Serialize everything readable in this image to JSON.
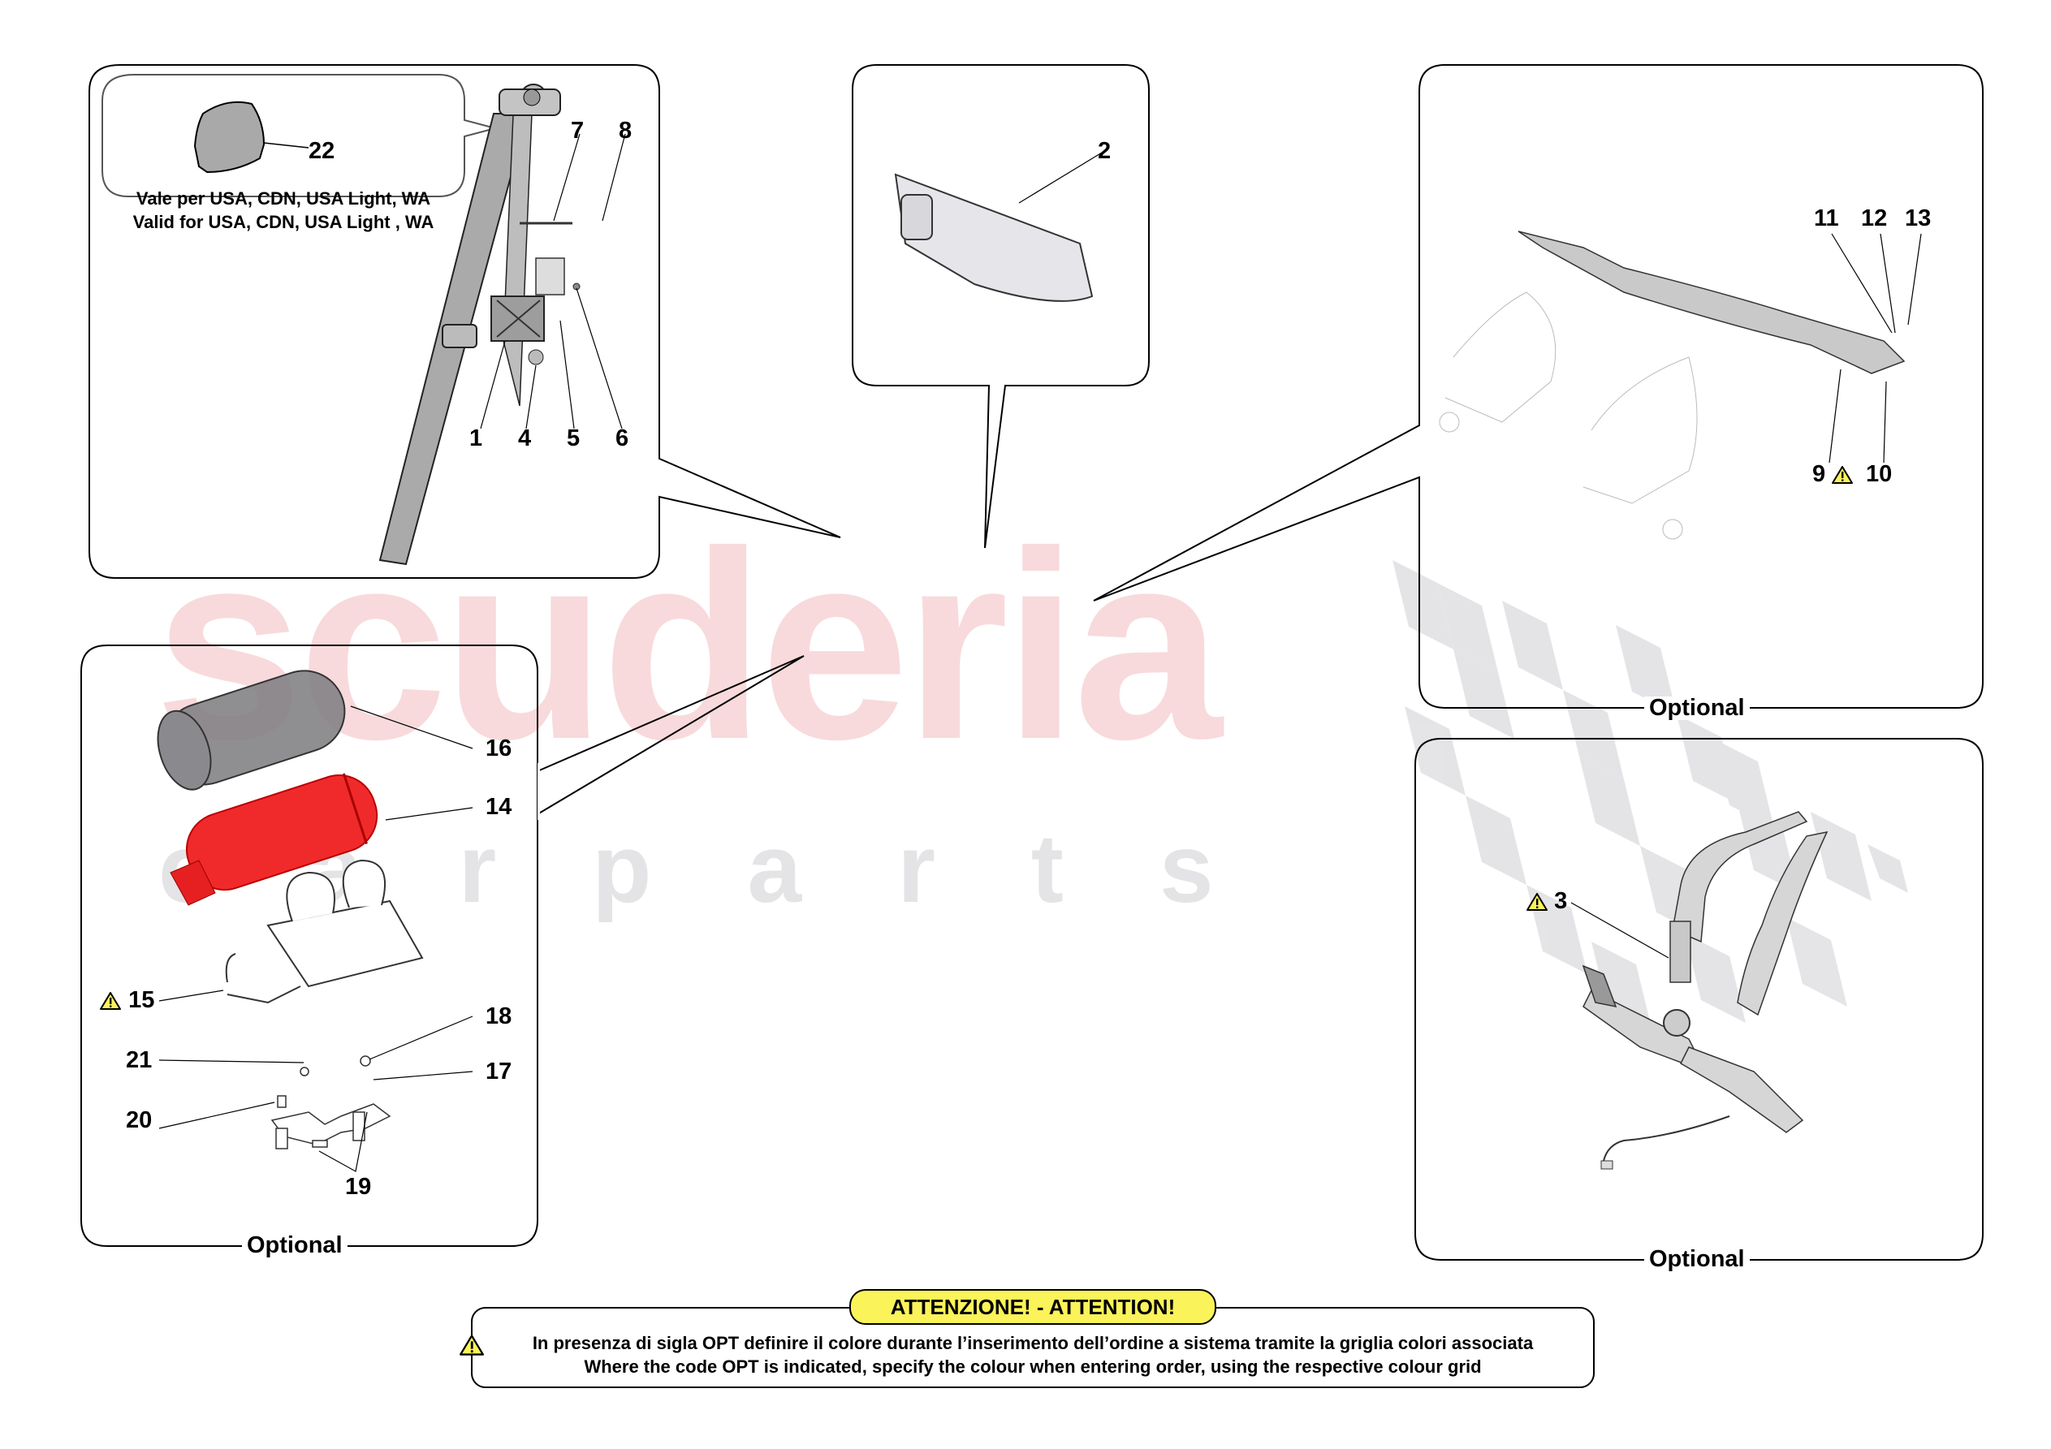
{
  "watermark": {
    "main": "scuderia",
    "sub": "carparts"
  },
  "panel_seatbelt": {
    "inset_note_it": "Vale per USA, CDN, USA Light, WA",
    "inset_note_en": "Valid for USA, CDN, USA Light , WA",
    "callouts": [
      "22",
      "7",
      "8",
      "1",
      "4",
      "5",
      "6"
    ]
  },
  "panel_mirror": {
    "callouts": [
      "2"
    ]
  },
  "panel_airbag": {
    "callouts": [
      "11",
      "12",
      "13",
      "9",
      "10"
    ],
    "label": "Optional"
  },
  "panel_extinguisher": {
    "callouts": [
      "16",
      "14",
      "15",
      "18",
      "21",
      "17",
      "20",
      "19"
    ],
    "label": "Optional"
  },
  "panel_harness": {
    "callouts": [
      "3"
    ],
    "label": "Optional"
  },
  "attention": {
    "title": "ATTENZIONE! - ATTENTION!",
    "line_it": "In presenza di sigla OPT definire il colore durante l’inserimento dell’ordine a sistema tramite la griglia colori associata",
    "line_en": "Where the code OPT is indicated, specify the colour when entering order, using the respective colour grid"
  },
  "colors": {
    "warning_yellow": "#fbf35a",
    "extinguisher_red": "#f02a2a",
    "watermark_red": "#f7d4d6",
    "part_grey": "#a9a9a9"
  }
}
